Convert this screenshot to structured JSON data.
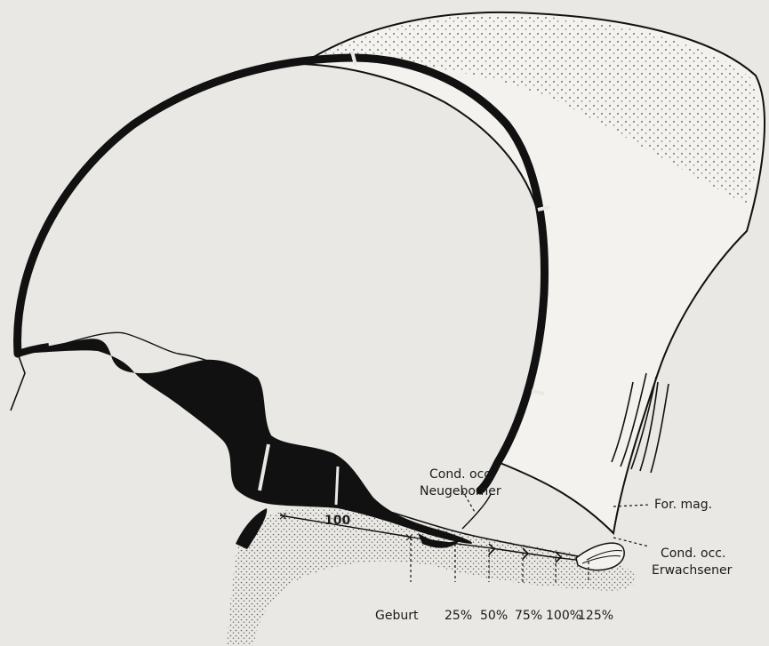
{
  "labels": {
    "cond_occ_neugeborner_line1": "Cond. occ.",
    "cond_occ_neugeborner_line2": "Neugeborner",
    "for_mag": "For. mag.",
    "cond_occ_erwachsener_line1": "Cond. occ.",
    "cond_occ_erwachsener_line2": "Erwachsener",
    "measure_100": "100",
    "geburt": "Geburt",
    "pct_25": "25%",
    "pct_50": "50%",
    "pct_75": "75%",
    "pct_100": "100%",
    "pct_125": "125%"
  },
  "colors": {
    "paper": "#e9e8e4",
    "ink": "#111111",
    "fill_light": "#f3f2ee"
  }
}
